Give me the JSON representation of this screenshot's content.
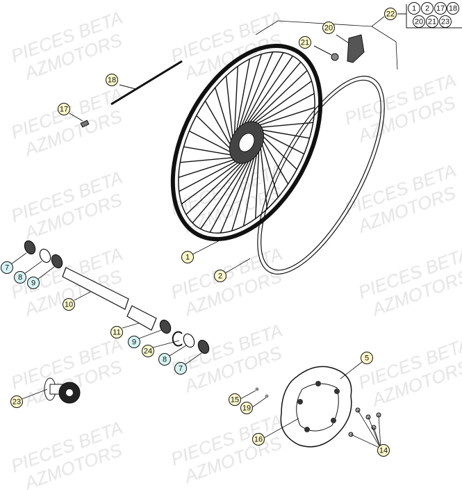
{
  "watermark": {
    "line1": "PIECES BETA",
    "line2": "AZMOTORS"
  },
  "colors": {
    "yellow_callout": "#fbf7c9",
    "blue_callout": "#d6f3f3",
    "kit_callout": "#ffffff",
    "line": "#111111"
  },
  "kit": {
    "label": "22",
    "contents": [
      "1",
      "2",
      "17",
      "18",
      "20",
      "21",
      "23"
    ]
  },
  "callouts": [
    {
      "id": "20",
      "part": "valve-cap",
      "style": "yellow"
    },
    {
      "id": "21",
      "part": "valve-nut",
      "style": "yellow"
    },
    {
      "id": "18",
      "part": "spoke",
      "style": "yellow"
    },
    {
      "id": "17",
      "part": "spoke-nipple",
      "style": "yellow"
    },
    {
      "id": "1",
      "part": "front-wheel",
      "style": "yellow"
    },
    {
      "id": "2",
      "part": "rim-band",
      "style": "yellow"
    },
    {
      "id": "7",
      "part": "oil-seal-left",
      "style": "blue"
    },
    {
      "id": "8",
      "part": "spacer-left",
      "style": "blue"
    },
    {
      "id": "9",
      "part": "bearing-left",
      "style": "blue"
    },
    {
      "id": "10",
      "part": "axle",
      "style": "yellow"
    },
    {
      "id": "11",
      "part": "spacer-tube",
      "style": "yellow"
    },
    {
      "id": "9",
      "part": "bearing-right",
      "style": "blue"
    },
    {
      "id": "24",
      "part": "circlip",
      "style": "yellow"
    },
    {
      "id": "8",
      "part": "spacer-right",
      "style": "blue"
    },
    {
      "id": "7",
      "part": "oil-seal-right",
      "style": "blue"
    },
    {
      "id": "23",
      "part": "hub",
      "style": "yellow"
    },
    {
      "id": "5",
      "part": "brake-disc",
      "style": "yellow"
    },
    {
      "id": "15",
      "part": "washer",
      "style": "yellow"
    },
    {
      "id": "19",
      "part": "nut",
      "style": "yellow"
    },
    {
      "id": "16",
      "part": "disc-bolt",
      "style": "yellow"
    },
    {
      "id": "14",
      "part": "disc-screws",
      "style": "yellow"
    }
  ]
}
